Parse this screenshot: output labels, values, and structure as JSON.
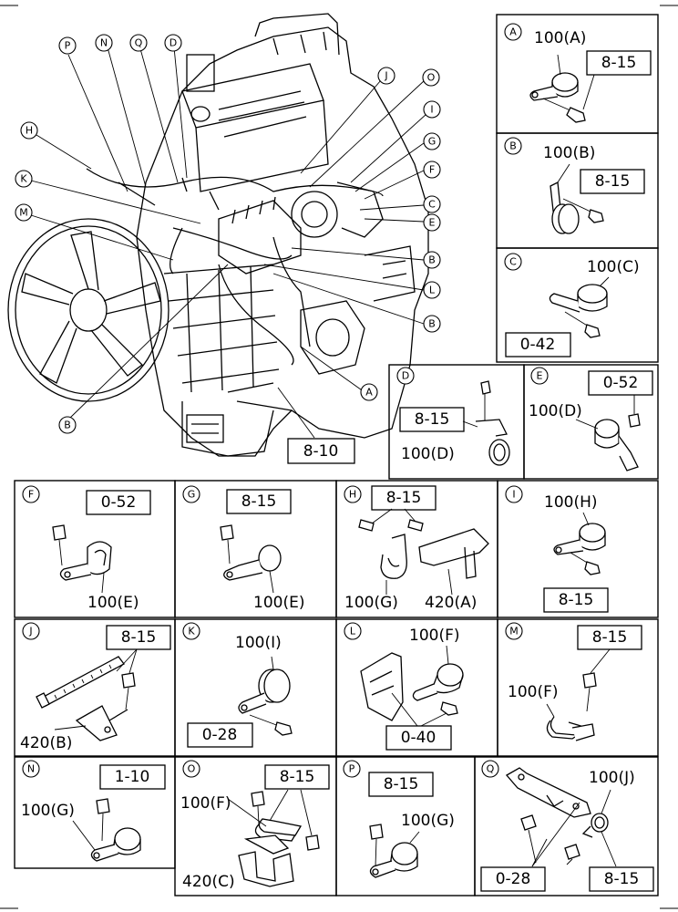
{
  "main_refs": {
    "callouts_left": [
      "P",
      "N",
      "Q",
      "D",
      "H",
      "K",
      "M",
      "B"
    ],
    "callouts_right": [
      "J",
      "O",
      "I",
      "G",
      "F",
      "C",
      "E",
      "B",
      "L",
      "B",
      "A"
    ],
    "ref_box": "8-10"
  },
  "panels": {
    "A": {
      "letter": "A",
      "part": "100(A)",
      "ref": "8-15"
    },
    "B": {
      "letter": "B",
      "part": "100(B)",
      "ref": "8-15"
    },
    "C": {
      "letter": "C",
      "part": "100(C)",
      "ref": "0-42"
    },
    "D": {
      "letter": "D",
      "ref": "8-15",
      "part": "100(D)"
    },
    "E": {
      "letter": "E",
      "ref": "0-52",
      "part": "100(D)"
    },
    "F": {
      "letter": "F",
      "ref": "0-52",
      "part": "100(E)"
    },
    "G": {
      "letter": "G",
      "ref": "8-15",
      "part": "100(E)"
    },
    "H": {
      "letter": "H",
      "ref": "8-15",
      "part1": "100(G)",
      "part2": "420(A)"
    },
    "I": {
      "letter": "I",
      "part": "100(H)",
      "ref": "8-15"
    },
    "J": {
      "letter": "J",
      "ref": "8-15",
      "part": "420(B)"
    },
    "K": {
      "letter": "K",
      "part": "100(I)",
      "ref": "0-28"
    },
    "L": {
      "letter": "L",
      "part": "100(F)",
      "ref": "0-40"
    },
    "M": {
      "letter": "M",
      "ref": "8-15",
      "part": "100(F)"
    },
    "N": {
      "letter": "N",
      "ref": "1-10",
      "part": "100(G)"
    },
    "O": {
      "letter": "O",
      "ref": "8-15",
      "part1": "100(F)",
      "part2": "420(C)"
    },
    "P": {
      "letter": "P",
      "ref": "8-15",
      "part": "100(G)"
    },
    "Q": {
      "letter": "Q",
      "part": "100(J)",
      "ref1": "0-28",
      "ref2": "8-15"
    }
  }
}
